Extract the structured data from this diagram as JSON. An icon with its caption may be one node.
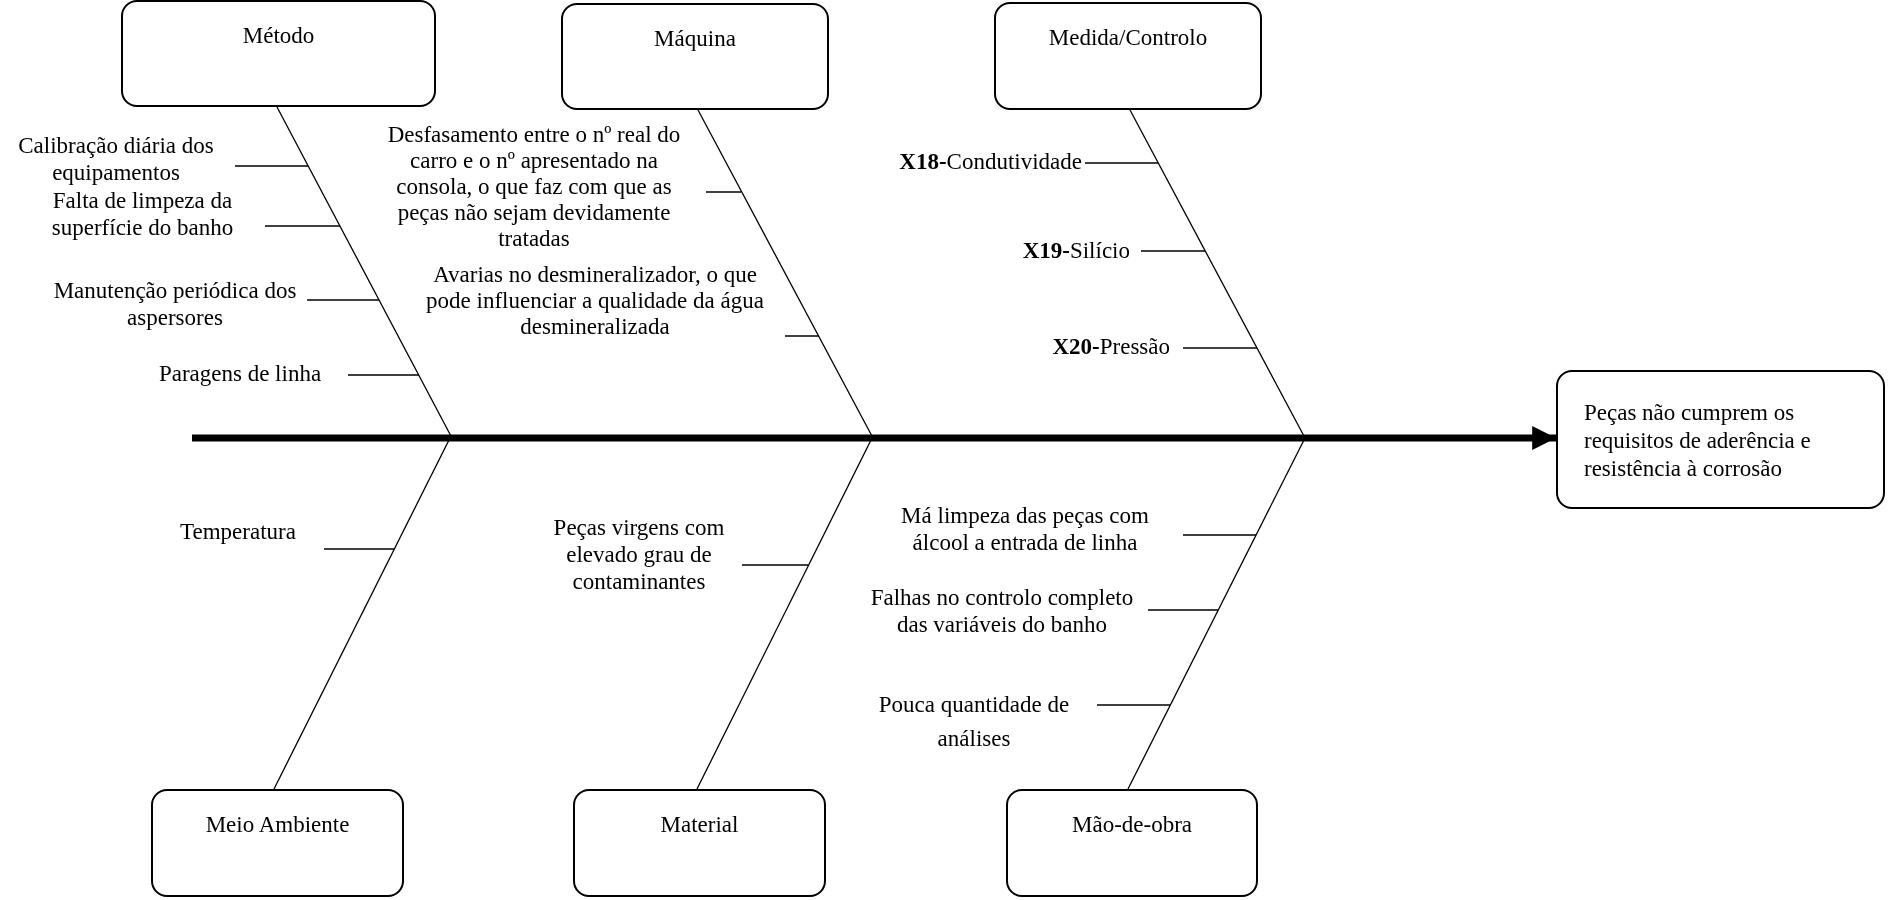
{
  "diagram": {
    "nodes": [
      {
        "text": [
          "Método"
        ]
      },
      {
        "text": [
          "Calibração diária dos equipamentos"
        ]
      },
      {
        "text": [
          "Falta de limpeza da superfície do banho"
        ]
      },
      {
        "text": [
          "Manutenção periódica dos aspersores"
        ]
      },
      {
        "text": [
          "Paragens de linha"
        ]
      },
      {
        "text": [
          "Máquina"
        ]
      },
      {
        "text": [
          "Desfasamento entre o nº real do carro e o nº apresentado na consola, o que faz com que as peças não sejam devidamente tratadas"
        ]
      },
      {
        "text": [
          "Avarias no desmineralizador, o que pode influenciar a qualidade da água desmineralizada"
        ]
      },
      {
        "text": [
          "Medida/Controlo"
        ]
      },
      {
        "text": [
          "**X18-**Condutividade"
        ]
      },
      {
        "text": [
          "**X19-**Silício"
        ]
      },
      {
        "text": [
          "**X20-**Pressão"
        ]
      },
      {
        "text": [
          "Peças não cumprem os requisitos de aderência e resistência à corrosão"
        ]
      },
      {
        "text": [
          "Temperatura"
        ]
      },
      {
        "text": [
          "Peças virgens com elevado grau de contaminantes"
        ]
      },
      {
        "text": [
          "Má limpeza das peças com álcool a entrada de linha"
        ]
      },
      {
        "text": [
          "Falhas no controlo completo das variáveis do banho"
        ]
      },
      {
        "text": [
          "Pouca quantidade de análises"
        ]
      },
      {
        "text": [
          "Meio Ambiente"
        ]
      },
      {
        "text": [
          "Material"
        ]
      },
      {
        "text": [
          "Mão-de-obra"
        ]
      }
    ],
    "edges": [
      {
        "from": null,
        "to": 12,
        "arrow": "to",
        "style": "thick"
      },
      {
        "from": 0,
        "to": null,
        "arrow": "none"
      },
      {
        "from": 5,
        "to": null,
        "arrow": "none"
      },
      {
        "from": 8,
        "to": null,
        "arrow": "none"
      },
      {
        "from": 18,
        "to": null,
        "arrow": "none"
      },
      {
        "from": 19,
        "to": null,
        "arrow": "none"
      },
      {
        "from": 20,
        "to": null,
        "arrow": "none"
      },
      {
        "from": 1,
        "to": null,
        "arrow": "none"
      },
      {
        "from": 2,
        "to": null,
        "arrow": "none"
      },
      {
        "from": 3,
        "to": null,
        "arrow": "none"
      },
      {
        "from": 4,
        "to": null,
        "arrow": "none"
      },
      {
        "from": 6,
        "to": null,
        "arrow": "none"
      },
      {
        "from": 7,
        "to": null,
        "arrow": "none"
      },
      {
        "from": 9,
        "to": null,
        "arrow": "none"
      },
      {
        "from": 10,
        "to": null,
        "arrow": "none"
      },
      {
        "from": 11,
        "to": null,
        "arrow": "none"
      },
      {
        "from": 13,
        "to": null,
        "arrow": "none"
      },
      {
        "from": 14,
        "to": null,
        "arrow": "none"
      },
      {
        "from": 15,
        "to": null,
        "arrow": "none"
      },
      {
        "from": 16,
        "to": null,
        "arrow": "none"
      },
      {
        "from": 17,
        "to": null,
        "arrow": "none"
      }
    ]
  }
}
